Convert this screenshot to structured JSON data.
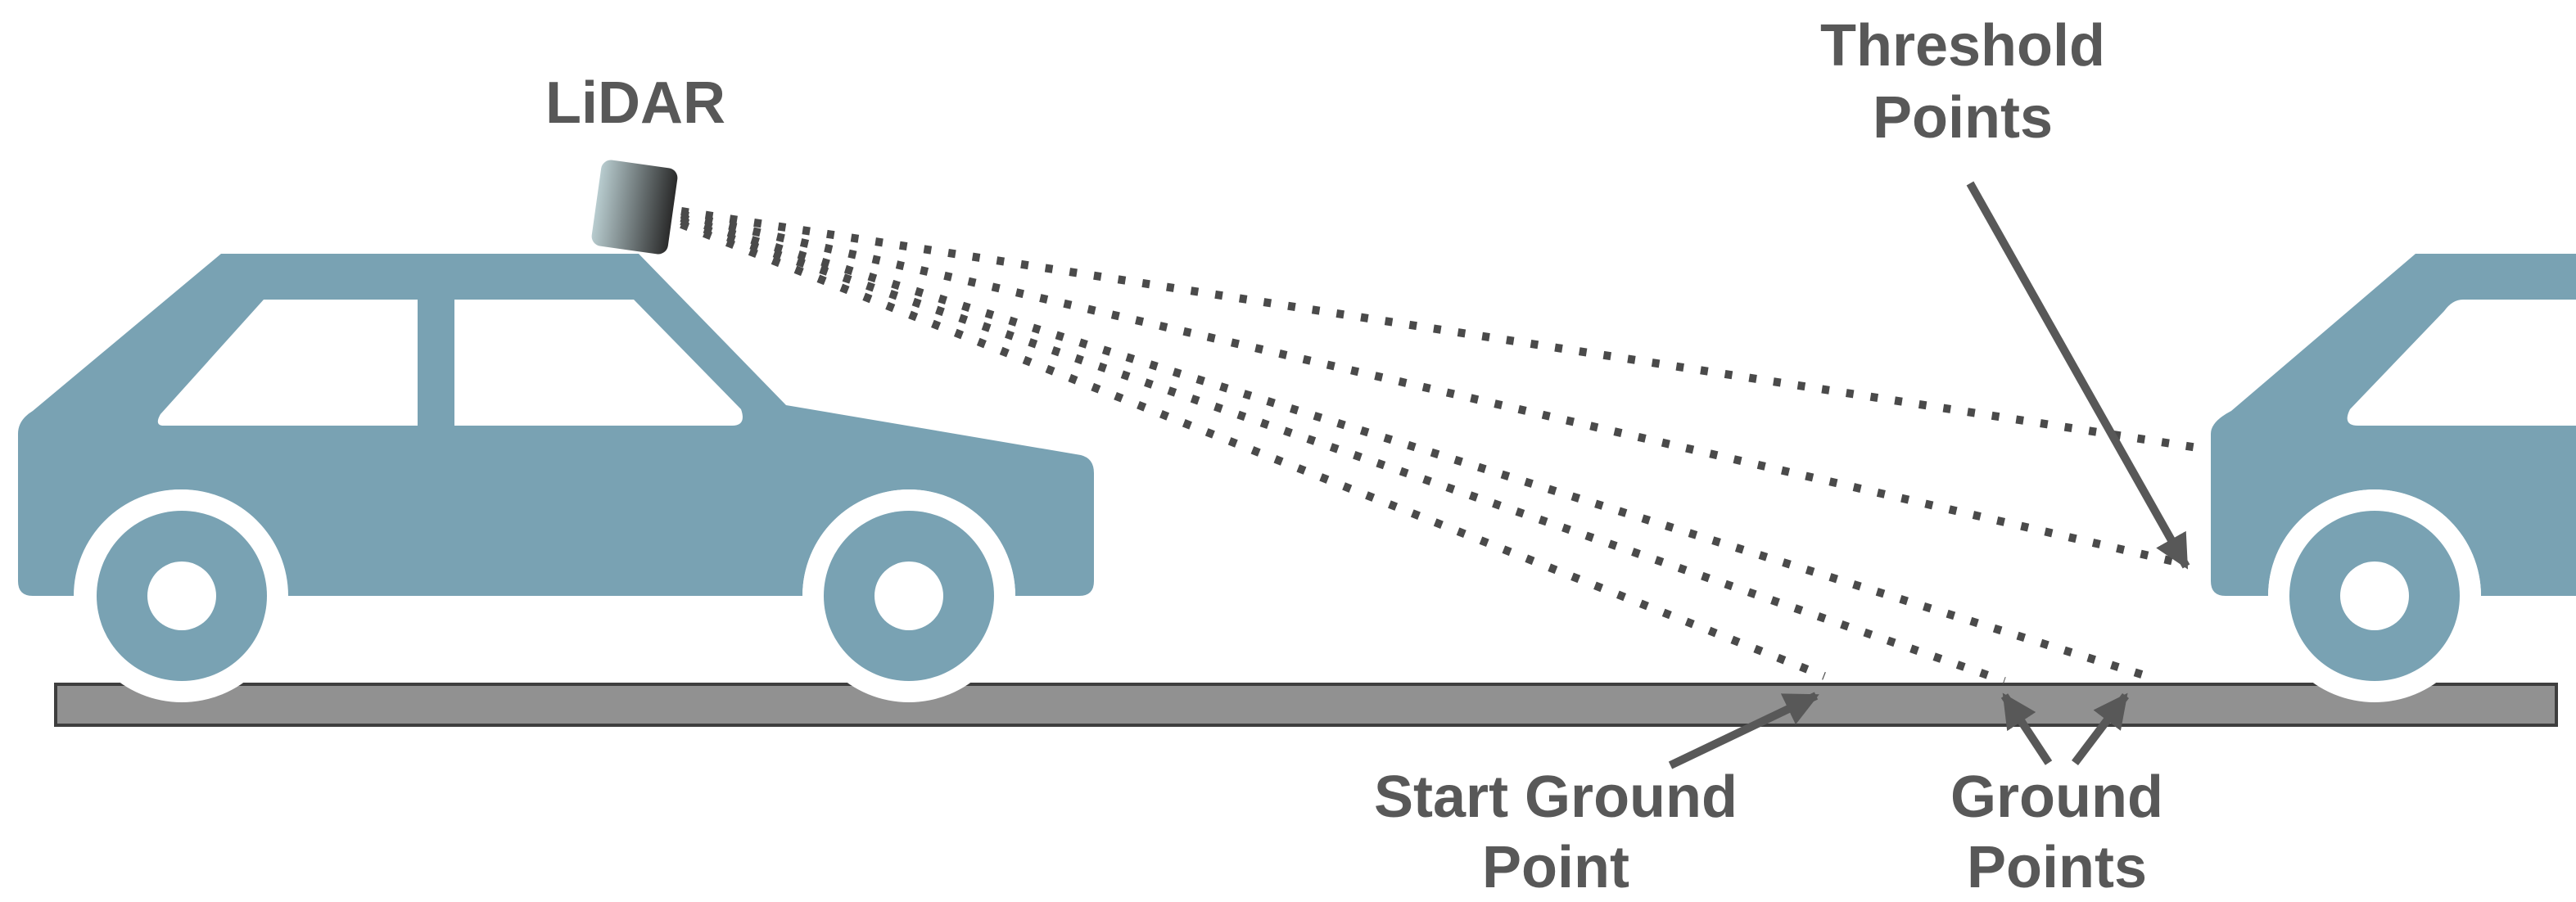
{
  "labels": {
    "lidar": "LiDAR",
    "threshold_line1": "Threshold",
    "threshold_line2": "Points",
    "start_line1": "Start Ground",
    "start_line2": "Point",
    "ground_line1": "Ground",
    "ground_line2": "Points"
  },
  "colors": {
    "car": "#79a2b3",
    "road": "#919191",
    "road_edge": "#3e3e3e",
    "text": "#585858",
    "dots": "#4a4a4a",
    "arrow": "#585858",
    "sensor_light": "#b8cccf",
    "sensor_dark": "#2a2a2a"
  },
  "icons": {
    "sensor": "lidar-sensor-icon",
    "ego_car": "ego-car-icon",
    "front_car": "front-car-icon"
  }
}
